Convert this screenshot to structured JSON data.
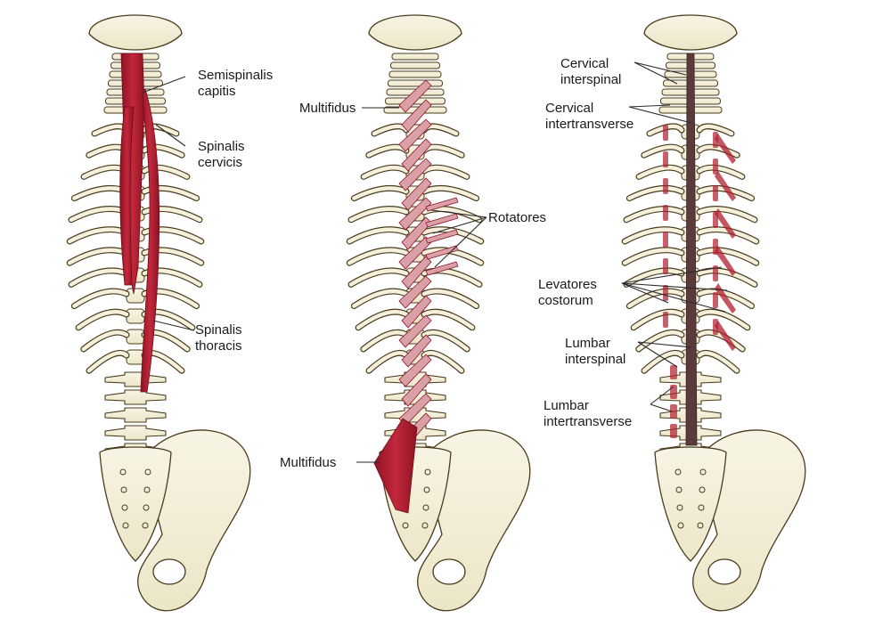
{
  "colors": {
    "bone_fill": "#f4f0dc",
    "bone_stroke": "#4a3b1d",
    "muscle": "#b01c2e",
    "muscle_light": "#d9a0a8",
    "leader": "#2a2a2a",
    "background": "#ffffff"
  },
  "panels": [
    {
      "muscles": [
        "Semispinalis capitis",
        "Spinalis cervicis",
        "Spinalis thoracis"
      ],
      "labels": [
        {
          "line1": "Semispinalis",
          "line2": "capitis"
        },
        {
          "line1": "Spinalis",
          "line2": "cervicis"
        },
        {
          "line1": "Spinalis",
          "line2": "thoracis"
        }
      ]
    },
    {
      "muscles": [
        "Multifidus",
        "Rotatores"
      ],
      "labels": [
        {
          "line1": "Multifidus"
        },
        {
          "line1": "Rotatores"
        },
        {
          "line1": "Multifidus"
        }
      ]
    },
    {
      "muscles": [
        "Interspinales",
        "Intertransversarii",
        "Levatores costorum"
      ],
      "labels": [
        {
          "line1": "Cervical",
          "line2": "interspinal"
        },
        {
          "line1": "Cervical",
          "line2": "intertransverse"
        },
        {
          "line1": "Levatores",
          "line2": "costorum"
        },
        {
          "line1": "Lumbar",
          "line2": "interspinal"
        },
        {
          "line1": "Lumbar",
          "line2": "intertransverse"
        }
      ]
    }
  ]
}
